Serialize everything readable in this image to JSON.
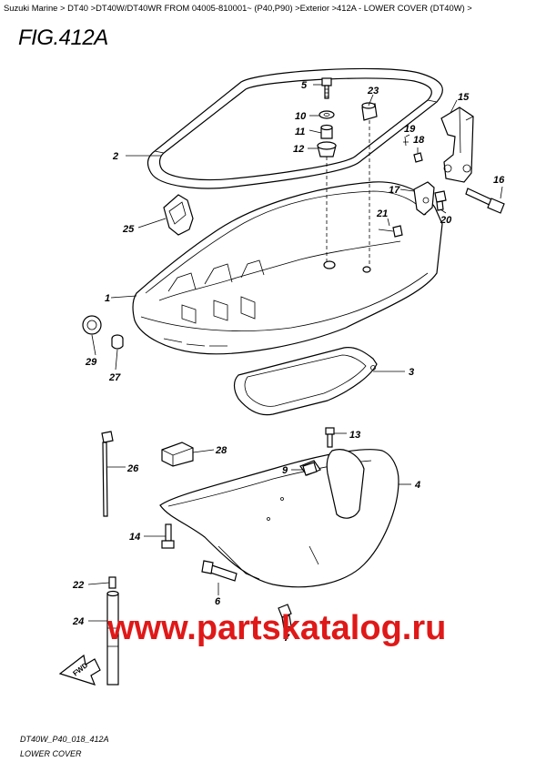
{
  "breadcrumb": "Suzuki Marine > DT40 >DT40W/DT40WR FROM 04005-810001~ (P40,P90) >Exterior >412A - LOWER COVER (DT40W) >",
  "figure_title": "FIG.412A",
  "footer": {
    "code": "DT40W_P40_018_412A",
    "caption": "LOWER COVER"
  },
  "watermark": "www.partskatalog.ru",
  "fwd_label": "FWD",
  "callouts": {
    "p1": "1",
    "p2": "2",
    "p3": "3",
    "p4": "4",
    "p5": "5",
    "p6": "6",
    "p7": "7",
    "p9": "9",
    "p10": "10",
    "p11": "11",
    "p12": "12",
    "p13": "13",
    "p14": "14",
    "p15": "15",
    "p16": "16",
    "p17": "17",
    "p18": "18",
    "p19": "19",
    "p20": "20",
    "p21": "21",
    "p22": "22",
    "p23": "23",
    "p24": "24",
    "p25": "25",
    "p26": "26",
    "p27": "27",
    "p28": "28",
    "p29": "29"
  }
}
